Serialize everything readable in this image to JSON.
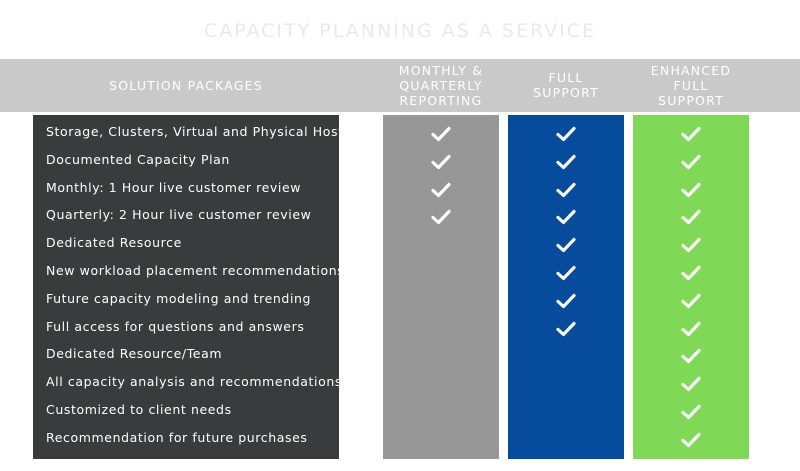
{
  "title": "CAPACITY PLANNING AS A SERVICE",
  "header": {
    "solution_packages": "SOLUTION PACKAGES",
    "monthly": [
      "MONTHLY &",
      "QUARTERLY",
      "REPORTING"
    ],
    "full": [
      "FULL",
      "SUPPORT"
    ],
    "enhanced": [
      "ENHANCED",
      "FULL",
      "SUPPORT"
    ]
  },
  "features": [
    "Storage, Clusters, Virtual and Physical Hosts",
    "Documented Capacity Plan",
    "Monthly: 1 Hour live customer review",
    "Quarterly: 2 Hour live customer review",
    "Dedicated Resource",
    "New workload placement recommendations",
    "Future capacity modeling and trending",
    "Full access for questions and answers",
    "Dedicated Resource/Team",
    "All capacity analysis and recommendations",
    "Customized to client needs",
    "Recommendation for future purchases"
  ],
  "package_checks": {
    "monthly": [
      true,
      true,
      true,
      true,
      false,
      false,
      false,
      false,
      false,
      false,
      false,
      false
    ],
    "full": [
      true,
      true,
      true,
      true,
      true,
      true,
      true,
      true,
      false,
      false,
      false,
      false
    ],
    "enhanced": [
      true,
      true,
      true,
      true,
      true,
      true,
      true,
      true,
      true,
      true,
      true,
      true
    ]
  },
  "colors": {
    "header_bar": "#c9c9c9",
    "features_column": "#3a3b3d",
    "monthly_column": "#979797",
    "full_column": "#074b9c",
    "enhanced_column": "#7fd957",
    "check": "#ffffff"
  },
  "icons": {
    "check": "checkmark-icon"
  }
}
